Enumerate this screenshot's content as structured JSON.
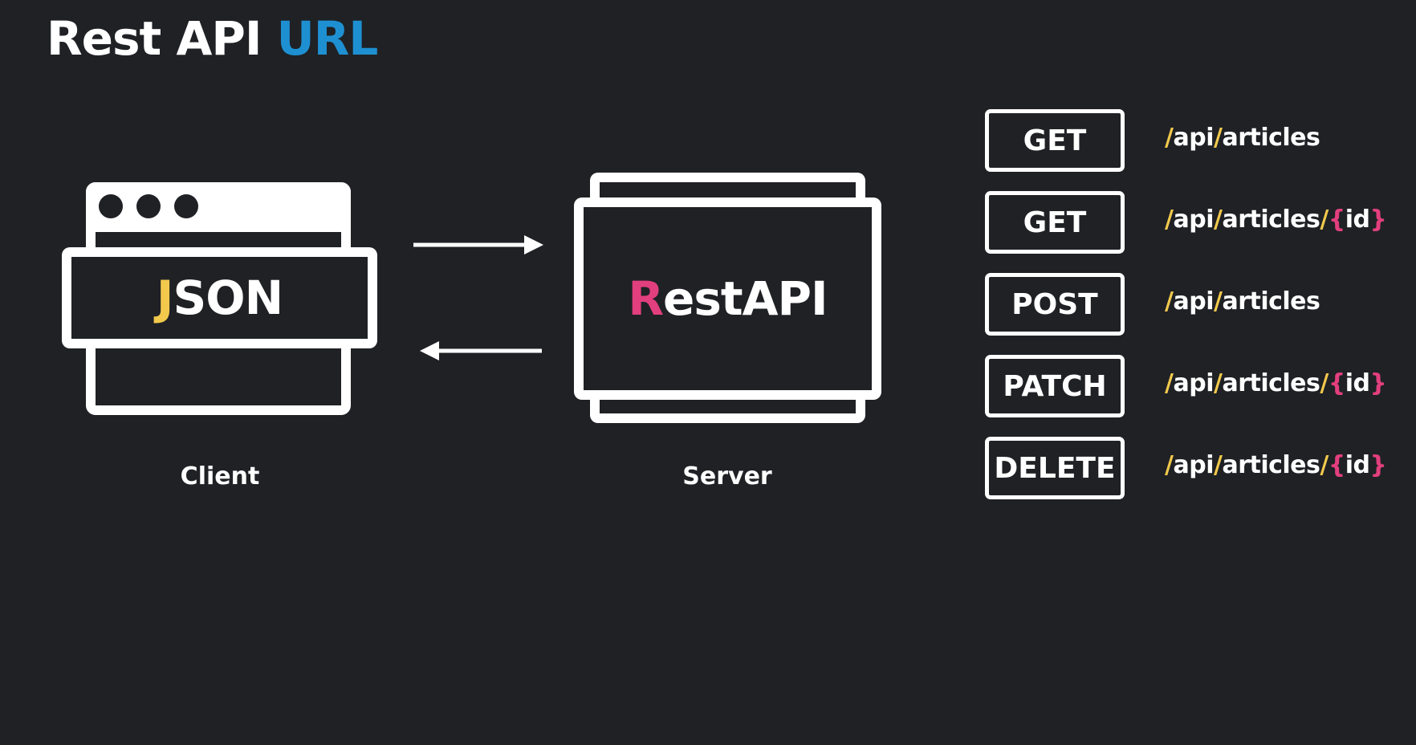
{
  "title": {
    "main": "Rest API ",
    "accent": "URL"
  },
  "client": {
    "band_first_letter": "J",
    "band_rest": "SON",
    "caption": "Client"
  },
  "server": {
    "band_first_letter": "R",
    "band_rest": "estAPI",
    "caption": "Server"
  },
  "endpoints": [
    {
      "method": "GET",
      "segments": [
        {
          "t": "/",
          "k": "slash"
        },
        {
          "t": "api",
          "k": "text"
        },
        {
          "t": "/",
          "k": "slash"
        },
        {
          "t": "articles",
          "k": "text"
        }
      ]
    },
    {
      "method": "GET",
      "segments": [
        {
          "t": "/",
          "k": "slash"
        },
        {
          "t": "api",
          "k": "text"
        },
        {
          "t": "/",
          "k": "slash"
        },
        {
          "t": "articles",
          "k": "text"
        },
        {
          "t": "/",
          "k": "slash"
        },
        {
          "t": "{",
          "k": "brace"
        },
        {
          "t": "id",
          "k": "text"
        },
        {
          "t": "}",
          "k": "brace"
        }
      ]
    },
    {
      "method": "POST",
      "segments": [
        {
          "t": "/",
          "k": "slash"
        },
        {
          "t": "api",
          "k": "text"
        },
        {
          "t": "/",
          "k": "slash"
        },
        {
          "t": "articles",
          "k": "text"
        }
      ]
    },
    {
      "method": "PATCH",
      "segments": [
        {
          "t": "/",
          "k": "slash"
        },
        {
          "t": "api",
          "k": "text"
        },
        {
          "t": "/",
          "k": "slash"
        },
        {
          "t": "articles",
          "k": "text"
        },
        {
          "t": "/",
          "k": "slash"
        },
        {
          "t": "{",
          "k": "brace"
        },
        {
          "t": "id",
          "k": "text"
        },
        {
          "t": "}",
          "k": "brace"
        }
      ]
    },
    {
      "method": "DELETE",
      "segments": [
        {
          "t": "/",
          "k": "slash"
        },
        {
          "t": "api",
          "k": "text"
        },
        {
          "t": "/",
          "k": "slash"
        },
        {
          "t": "articles",
          "k": "text"
        },
        {
          "t": "/",
          "k": "slash"
        },
        {
          "t": "{",
          "k": "brace"
        },
        {
          "t": "id",
          "k": "text"
        },
        {
          "t": "}",
          "k": "brace"
        }
      ]
    }
  ],
  "colors": {
    "background": "#1f2125",
    "title_accent": "#1e90d2",
    "json_letter": "#f2c94c",
    "rest_letter": "#e23f7e",
    "slash": "#f2c94c",
    "brace": "#e23f7e"
  },
  "icons": [
    "browser-window-icon",
    "server-window-icon",
    "arrow-right-icon",
    "arrow-left-icon"
  ]
}
